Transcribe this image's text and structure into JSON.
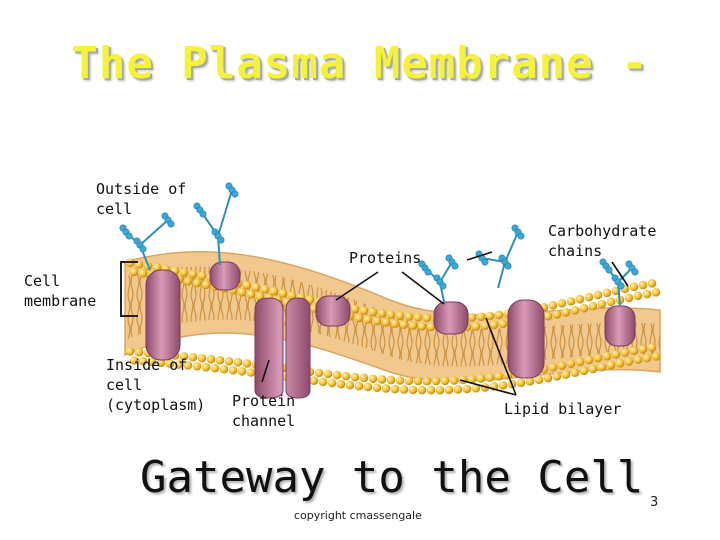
{
  "title": "The Plasma Membrane -",
  "subtitle": "Gateway to the Cell",
  "labels": {
    "outside": "Outside of\ncell",
    "cell_membrane": "Cell\nmembrane",
    "inside": "Inside of\ncell\n(cytoplasm)",
    "proteins": "Proteins",
    "carbohydrate": "Carbohydrate\nchains",
    "protein_channel": "Protein\nchannel",
    "lipid_bilayer": "Lipid bilayer"
  },
  "copyright": "copyright cmassengale",
  "page_number": "3",
  "colors": {
    "title": "#f5f23c",
    "membrane_band": "#f1c98f",
    "phospholipid_head": "#f2c23a",
    "protein": "#c97fa0",
    "carbohydrate": "#3ba8d8"
  }
}
